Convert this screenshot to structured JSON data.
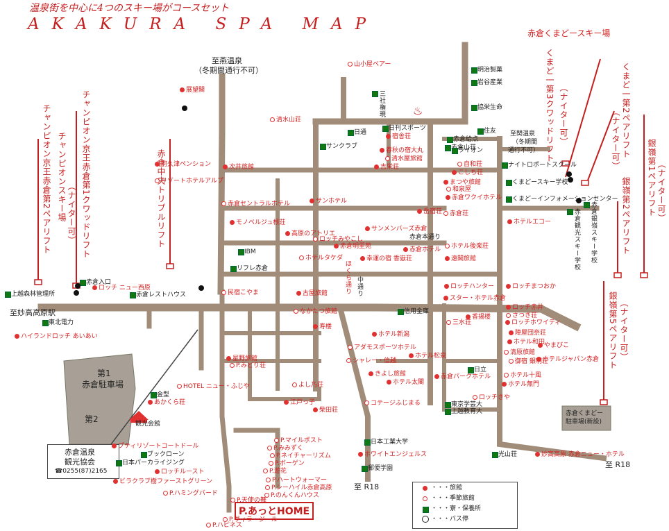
{
  "title": "AKAKURA SPA MAP",
  "subtitle": "温泉街を中心に4つのスキー場がコースセット",
  "ski_areas": {
    "kamado": "赤倉くまどースキー場"
  },
  "lifts": {
    "champion_2": "チャンピオン京王赤倉第2ペアリフト",
    "champion_ski": "チャンピオンスキー場",
    "champion_night": "（ナイター可）",
    "champion_1": "チャンピオン京王赤倉第1クワッドリフト",
    "chuo": "赤倉中央トリプルリフト",
    "kamado_3": "くまど一第3クワッドリフト",
    "kamado_3_night": "（ナイター可）",
    "kamado_2": "くまど一第2ペアリフト",
    "kamado_2_night": "（ナイター可）",
    "ginrei_1": "銀嶺第1ペアリフト",
    "ginrei_1_night": "（ナイター可）",
    "ginrei_2": "銀嶺第2ペアリフト",
    "ginrei_5": "銀嶺第5ペアリフト",
    "ginrei_5_night": "（ナイター可）"
  },
  "roads": {
    "to_tsubame": "至燕温泉",
    "tsubame_note": "（冬期間通行不可）",
    "to_sekiyama": "至関温泉",
    "sekiyama_note": "（冬期間",
    "sekiyama_note2": "通行不可）",
    "to_myoko_station": "至妙高高原駅",
    "to_r18_south": "至 R18",
    "to_r18_east": "至 R18",
    "park_road": "中通り",
    "honmachi": "赤倉本通り",
    "south_road": "ほくら通り"
  },
  "parking": {
    "p1_a": "第1",
    "p1_b": "赤倉駐車場",
    "p2": "第2",
    "kamado": "赤倉くまどー",
    "kamado_b": "駐車場(新設)"
  },
  "tourist": {
    "name_a": "赤倉温泉",
    "name_b": "観光協会",
    "phone": "☎0255(87)2165",
    "kankokaikan": "観光会館"
  },
  "home_label": "P.あっとHOME",
  "legend": {
    "ryokan": "・・・旅館",
    "kisetsu": "・・・季節旅館",
    "ryo": "・・・寮・保養所",
    "bus": "・・・バス停"
  },
  "places": [
    {
      "t": "山小屋ベアー",
      "c": "red"
    },
    {
      "t": "明治製菓",
      "c": "blk"
    },
    {
      "t": "岩谷産業",
      "c": "blk"
    },
    {
      "t": "協栄生命",
      "c": "blk"
    },
    {
      "t": "展望閣",
      "c": "red"
    },
    {
      "t": "三社権現",
      "c": "blk"
    },
    {
      "t": "清水山荘",
      "c": "red"
    },
    {
      "t": "日刊スポーツ",
      "c": "blk"
    },
    {
      "t": "宿舎荘",
      "c": "red"
    },
    {
      "t": "日通",
      "c": "blk"
    },
    {
      "t": "サンクラブ",
      "c": "blk"
    },
    {
      "t": "春秋の宿大丸",
      "c": "red"
    },
    {
      "t": "清水屋旅館",
      "c": "red"
    },
    {
      "t": "吉栄荘",
      "c": "red"
    },
    {
      "t": "赤倉給点",
      "c": "blk"
    },
    {
      "t": "住友",
      "c": "blk"
    },
    {
      "t": "赤倉山荘",
      "c": "blk"
    },
    {
      "t": "ライオン",
      "c": "blk"
    },
    {
      "t": "自和荘",
      "c": "red"
    },
    {
      "t": "こしち荘",
      "c": "red"
    },
    {
      "t": "阿久津ペンション",
      "c": "red"
    },
    {
      "t": "リゾートホテルアルプ",
      "c": "red"
    },
    {
      "t": "次井旅館",
      "c": "red"
    },
    {
      "t": "まつや旅館",
      "c": "red"
    },
    {
      "t": "和泉屋",
      "c": "red"
    },
    {
      "t": "赤倉ワクイホテル",
      "c": "red"
    },
    {
      "t": "サンホテル",
      "c": "red"
    },
    {
      "t": "赤倉セントラルホテル",
      "c": "red"
    },
    {
      "t": "モノベルジュ根荘",
      "c": "red"
    },
    {
      "t": "岳宿荘",
      "c": "red"
    },
    {
      "t": "赤倉荘",
      "c": "red"
    },
    {
      "t": "ホテルエコー",
      "c": "red"
    },
    {
      "t": "高原のアトリエ",
      "c": "red"
    },
    {
      "t": "ロッチみやこし",
      "c": "red"
    },
    {
      "t": "サンメンバーズ赤倉",
      "c": "red"
    },
    {
      "t": "赤倉ホテル",
      "c": "red"
    },
    {
      "t": "ホテル後楽荘",
      "c": "red"
    },
    {
      "t": "赤倉明里苑",
      "c": "red"
    },
    {
      "t": "遠閣旅館",
      "c": "red"
    },
    {
      "t": "ホテルタケダ",
      "c": "red"
    },
    {
      "t": "幸運の宿 香嶽荘",
      "c": "red"
    },
    {
      "t": "IBM",
      "c": "blk"
    },
    {
      "t": "リフレ赤倉",
      "c": "blk"
    },
    {
      "t": "ロッチハンター",
      "c": "red"
    },
    {
      "t": "ロッチまつおか",
      "c": "red"
    },
    {
      "t": "民宿こやま",
      "c": "red"
    },
    {
      "t": "古屋旅館",
      "c": "red"
    },
    {
      "t": "スター・ホテル赤倉",
      "c": "red"
    },
    {
      "t": "なかたつ旅館",
      "c": "red"
    },
    {
      "t": "信用金庫",
      "c": "blk"
    },
    {
      "t": "ロッチ赤井",
      "c": "red"
    },
    {
      "t": "さつき荘",
      "c": "red"
    },
    {
      "t": "香揚楼",
      "c": "red"
    },
    {
      "t": "ロッチホワイティ",
      "c": "red"
    },
    {
      "t": "三水荘",
      "c": "red"
    },
    {
      "t": "陣屋団奈荘",
      "c": "red"
    },
    {
      "t": "ホテル和田",
      "c": "red"
    },
    {
      "t": "清原旅館",
      "c": "red"
    },
    {
      "t": "やまびこ",
      "c": "red"
    },
    {
      "t": "寿楼",
      "c": "red"
    },
    {
      "t": "アダモスポーツホテル",
      "c": "red"
    },
    {
      "t": "ホテル新潟",
      "c": "red"
    },
    {
      "t": "ホテル松泉",
      "c": "red"
    },
    {
      "t": "シャレー・信越",
      "c": "red"
    },
    {
      "t": "きよし旅館",
      "c": "red"
    },
    {
      "t": "ホテル太閣",
      "c": "red"
    },
    {
      "t": "御宿 銀明荘",
      "c": "red"
    },
    {
      "t": "ホテルジャパン赤倉",
      "c": "red"
    },
    {
      "t": "日立",
      "c": "blk"
    },
    {
      "t": "ホテル十風",
      "c": "red"
    },
    {
      "t": "ホテル無門",
      "c": "red"
    },
    {
      "t": "赤倉パークホテル",
      "c": "red"
    },
    {
      "t": "ロッチきや",
      "c": "red"
    },
    {
      "t": "東京学芸大",
      "c": "blk"
    },
    {
      "t": "上越教育大",
      "c": "blk"
    },
    {
      "t": "コテージふじまる",
      "c": "red"
    },
    {
      "t": "柴田荘",
      "c": "red"
    },
    {
      "t": "江戸っ子",
      "c": "red"
    },
    {
      "t": "よし乃荘",
      "c": "red"
    },
    {
      "t": "星野旅館",
      "c": "red"
    },
    {
      "t": "P.みどり荘",
      "c": "red"
    },
    {
      "t": "HOTEL ニュー・ふじや",
      "c": "red"
    },
    {
      "t": "金型",
      "c": "blk"
    },
    {
      "t": "あかくら荘",
      "c": "red"
    },
    {
      "t": "日本工業大学",
      "c": "blk"
    },
    {
      "t": "ホワイトエンジェルス",
      "c": "red"
    },
    {
      "t": "郵便学園",
      "c": "blk"
    },
    {
      "t": "光山荘",
      "c": "blk"
    },
    {
      "t": "妙高高原 赤倉ニュー・ホテル",
      "c": "red"
    },
    {
      "t": "上越森林管理所",
      "c": "blk"
    },
    {
      "t": "東北電力",
      "c": "blk"
    },
    {
      "t": "ロッチ ニュー西原",
      "c": "red"
    },
    {
      "t": "ハイランドロッチ あいあい",
      "c": "red"
    },
    {
      "t": "赤倉レストハウス",
      "c": "blk"
    },
    {
      "t": "赤倉入口",
      "c": "blk"
    },
    {
      "t": "P.マイルポスト",
      "c": "red"
    },
    {
      "t": "P.みみずく",
      "c": "red"
    },
    {
      "t": "P.ネイチャーリズム",
      "c": "red"
    },
    {
      "t": "P.ボーゲン",
      "c": "red"
    },
    {
      "t": "P.遊花",
      "c": "red"
    },
    {
      "t": "プティリゾートコートドール",
      "c": "red"
    },
    {
      "t": "ブックローン",
      "c": "blk"
    },
    {
      "t": "日本パーカライジング",
      "c": "blk"
    },
    {
      "t": "ロッチルースト",
      "c": "red"
    },
    {
      "t": "ビラクラブ樹ファーストグリーン",
      "c": "red"
    },
    {
      "t": "P.ハートウォーマー",
      "c": "red"
    },
    {
      "t": "P.シーハイル赤倉高原",
      "c": "red"
    },
    {
      "t": "P.のんくんハウス",
      "c": "red"
    },
    {
      "t": "P.ハミングバード",
      "c": "red"
    },
    {
      "t": "P.天使の舞",
      "c": "red"
    },
    {
      "t": "P.ヴィラ・ジール",
      "c": "red"
    },
    {
      "t": "P.ハピネス",
      "c": "red"
    },
    {
      "t": "ナイトロポートスクール",
      "c": "blk"
    },
    {
      "t": "くまどースキー学校",
      "c": "blk"
    },
    {
      "t": "くまどーインフォメーションセンター",
      "c": "blk"
    },
    {
      "t": "赤倉観光スキー学校",
      "c": "blk"
    },
    {
      "t": "赤倉銀嶺スキー学校",
      "c": "blk"
    }
  ]
}
